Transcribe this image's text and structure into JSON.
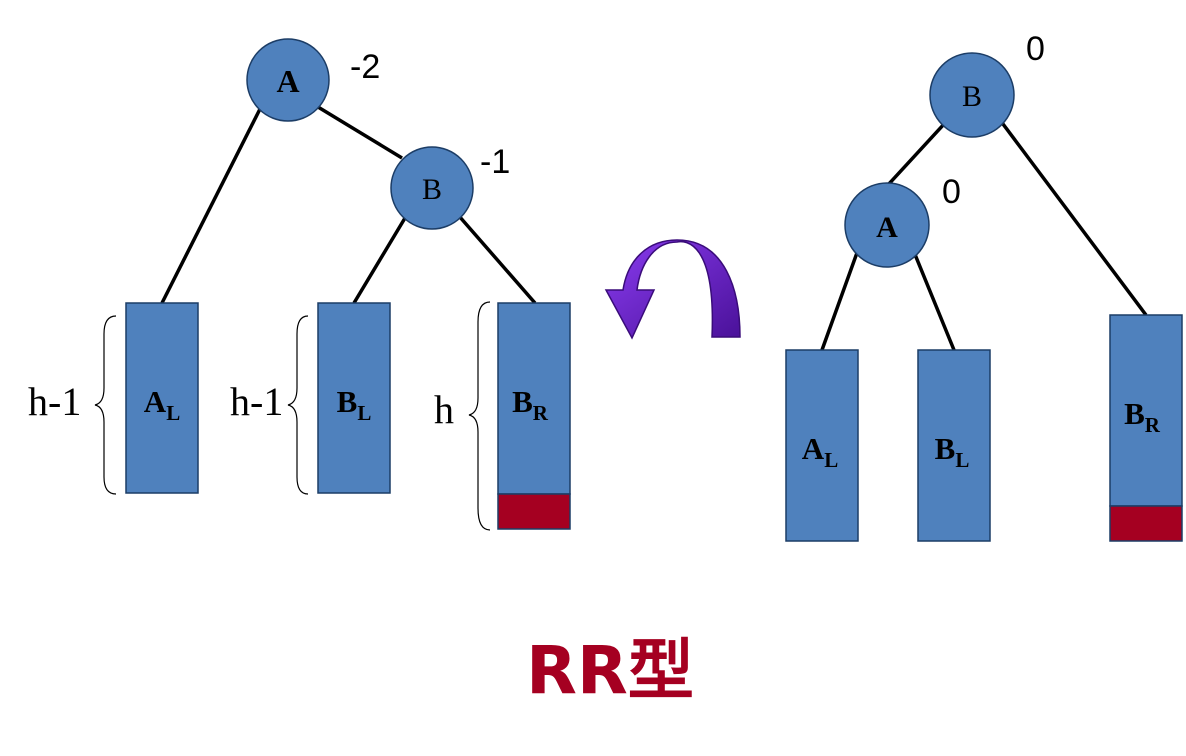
{
  "left_tree": {
    "node_a": {
      "label": "A",
      "balance": "-2"
    },
    "node_b": {
      "label": "B",
      "balance": "-1"
    },
    "subtree_al": {
      "main": "A",
      "sub": "L",
      "height": "h-1"
    },
    "subtree_bl": {
      "main": "B",
      "sub": "L",
      "height": "h-1"
    },
    "subtree_br": {
      "main": "B",
      "sub": "R",
      "height": "h"
    }
  },
  "right_tree": {
    "node_b": {
      "label": "B",
      "balance": "0"
    },
    "node_a": {
      "label": "A",
      "balance": "0"
    },
    "subtree_al": {
      "main": "A",
      "sub": "L"
    },
    "subtree_bl": {
      "main": "B",
      "sub": "L"
    },
    "subtree_br": {
      "main": "B",
      "sub": "R"
    }
  },
  "colors": {
    "node_fill": "#4f81bd",
    "inserted_block": "#a50021",
    "rotation_arrow": "#6a1fc4",
    "title": "#a50021"
  },
  "rotation_icon": "curved-rotate-left-arrow",
  "title": "RR型"
}
